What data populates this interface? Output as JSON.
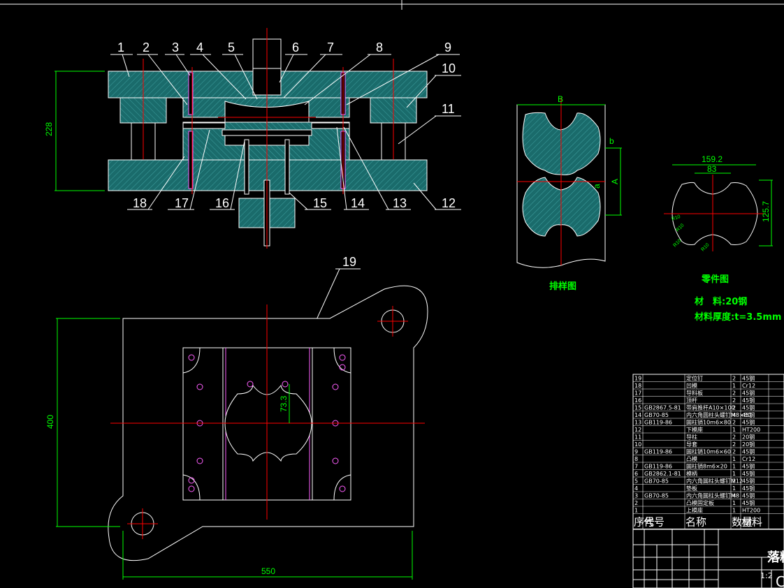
{
  "drawing": {
    "part_labels": [
      "1",
      "2",
      "3",
      "4",
      "5",
      "6",
      "7",
      "8",
      "9",
      "10",
      "11",
      "12",
      "13",
      "14",
      "15",
      "16",
      "17",
      "18",
      "19"
    ],
    "dims": {
      "height_228": "228",
      "width_550": "550",
      "height_400": "400",
      "dim_73": "73.3",
      "layout_B": "B",
      "layout_b": "b",
      "layout_A": "A",
      "layout_a": "a",
      "part_159": "159.2",
      "part_83": "83",
      "part_125": "125.7",
      "part_r1": "R10",
      "part_r2": "R10",
      "part_r3": "R10"
    },
    "layout_caption": "排样图",
    "part_caption": "零件图",
    "material": "材　料:20钢",
    "thickness": "材料厚度:t=3.5mm"
  },
  "bom": {
    "rows": [
      {
        "no": "19",
        "code": "",
        "name": "定位钉",
        "qty": "2",
        "mat": "45钢"
      },
      {
        "no": "18",
        "code": "",
        "name": "凹模",
        "qty": "1",
        "mat": "Cr12"
      },
      {
        "no": "17",
        "code": "",
        "name": "导料板",
        "qty": "2",
        "mat": "45钢"
      },
      {
        "no": "16",
        "code": "",
        "name": "顶杆",
        "qty": "2",
        "mat": "45钢"
      },
      {
        "no": "15",
        "code": "GB2867.5-81",
        "name": "带肩推杆A10×100",
        "qty": "2",
        "mat": "45钢"
      },
      {
        "no": "14",
        "code": "GB70-85",
        "name": "内六角圆柱头螺钉M8×80",
        "qty": "4",
        "mat": "45钢"
      },
      {
        "no": "13",
        "code": "GB119-86",
        "name": "圆柱销10m6×80",
        "qty": "2",
        "mat": "45钢"
      },
      {
        "no": "12",
        "code": "",
        "name": "下模座",
        "qty": "1",
        "mat": "HT200"
      },
      {
        "no": "11",
        "code": "",
        "name": "导柱",
        "qty": "2",
        "mat": "20钢"
      },
      {
        "no": "10",
        "code": "",
        "name": "导套",
        "qty": "2",
        "mat": "20钢"
      },
      {
        "no": "9",
        "code": "GB119-86",
        "name": "圆柱销10m6×60",
        "qty": "2",
        "mat": "45钢"
      },
      {
        "no": "8",
        "code": "",
        "name": "凸模",
        "qty": "1",
        "mat": "Cr12"
      },
      {
        "no": "7",
        "code": "GB119-86",
        "name": "圆柱销8m6×20",
        "qty": "1",
        "mat": "45钢"
      },
      {
        "no": "6",
        "code": "GB2862.1-81",
        "name": "模柄",
        "qty": "1",
        "mat": "45钢"
      },
      {
        "no": "5",
        "code": "GB70-85",
        "name": "内六角圆柱头螺钉M12",
        "qty": "2",
        "mat": "45钢"
      },
      {
        "no": "4",
        "code": "",
        "name": "垫板",
        "qty": "1",
        "mat": "45钢"
      },
      {
        "no": "3",
        "code": "GB70-85",
        "name": "内六角圆柱头螺钉M8",
        "qty": "4",
        "mat": "45钢"
      },
      {
        "no": "2",
        "code": "",
        "name": "凸模固定板",
        "qty": "1",
        "mat": "45钢"
      },
      {
        "no": "1",
        "code": "",
        "name": "上模座",
        "qty": "1",
        "mat": "HT200"
      }
    ],
    "header": {
      "no": "序号",
      "code": "代号",
      "name": "名称",
      "qty": "数量",
      "mat": "材料"
    },
    "title_part": "落料",
    "scale": "1:2",
    "sheet_letter": "C"
  }
}
